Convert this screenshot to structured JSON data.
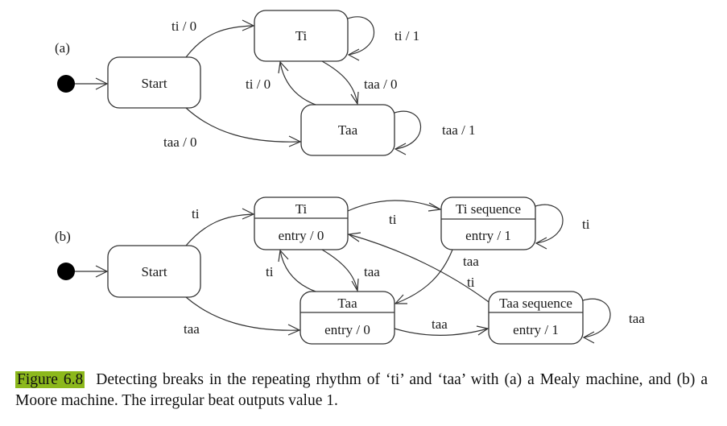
{
  "diagram_a": {
    "panel_label": "(a)",
    "states": {
      "start": "Start",
      "ti": "Ti",
      "taa": "Taa"
    },
    "transitions": {
      "start_to_ti": "ti / 0",
      "start_to_taa": "taa / 0",
      "ti_self": "ti / 1",
      "ti_to_taa": "taa / 0",
      "taa_to_ti": "ti / 0",
      "taa_self": "taa / 1"
    }
  },
  "diagram_b": {
    "panel_label": "(b)",
    "states": {
      "start": "Start",
      "ti": {
        "name": "Ti",
        "action": "entry / 0"
      },
      "ti_seq": {
        "name": "Ti sequence",
        "action": "entry / 1"
      },
      "taa": {
        "name": "Taa",
        "action": "entry / 0"
      },
      "taa_seq": {
        "name": "Taa sequence",
        "action": "entry / 1"
      }
    },
    "transitions": {
      "start_to_ti": "ti",
      "start_to_taa": "taa",
      "ti_to_tiseq": "ti",
      "tiseq_self": "ti",
      "tiseq_to_taa": "taa",
      "taaseq_to_ti": "ti",
      "taa_to_ti": "ti",
      "ti_to_taa": "taa",
      "taa_to_taaseq": "taa",
      "taaseq_self": "taa"
    }
  },
  "caption": {
    "figure_label": "Figure 6.8",
    "text": "Detecting breaks in the repeating rhythm of ‘ti’ and ‘taa’ with (a) a Mealy machine, and (b) a Moore machine. The irregular beat outputs value 1.",
    "highlight_color": "#8cb81c"
  }
}
